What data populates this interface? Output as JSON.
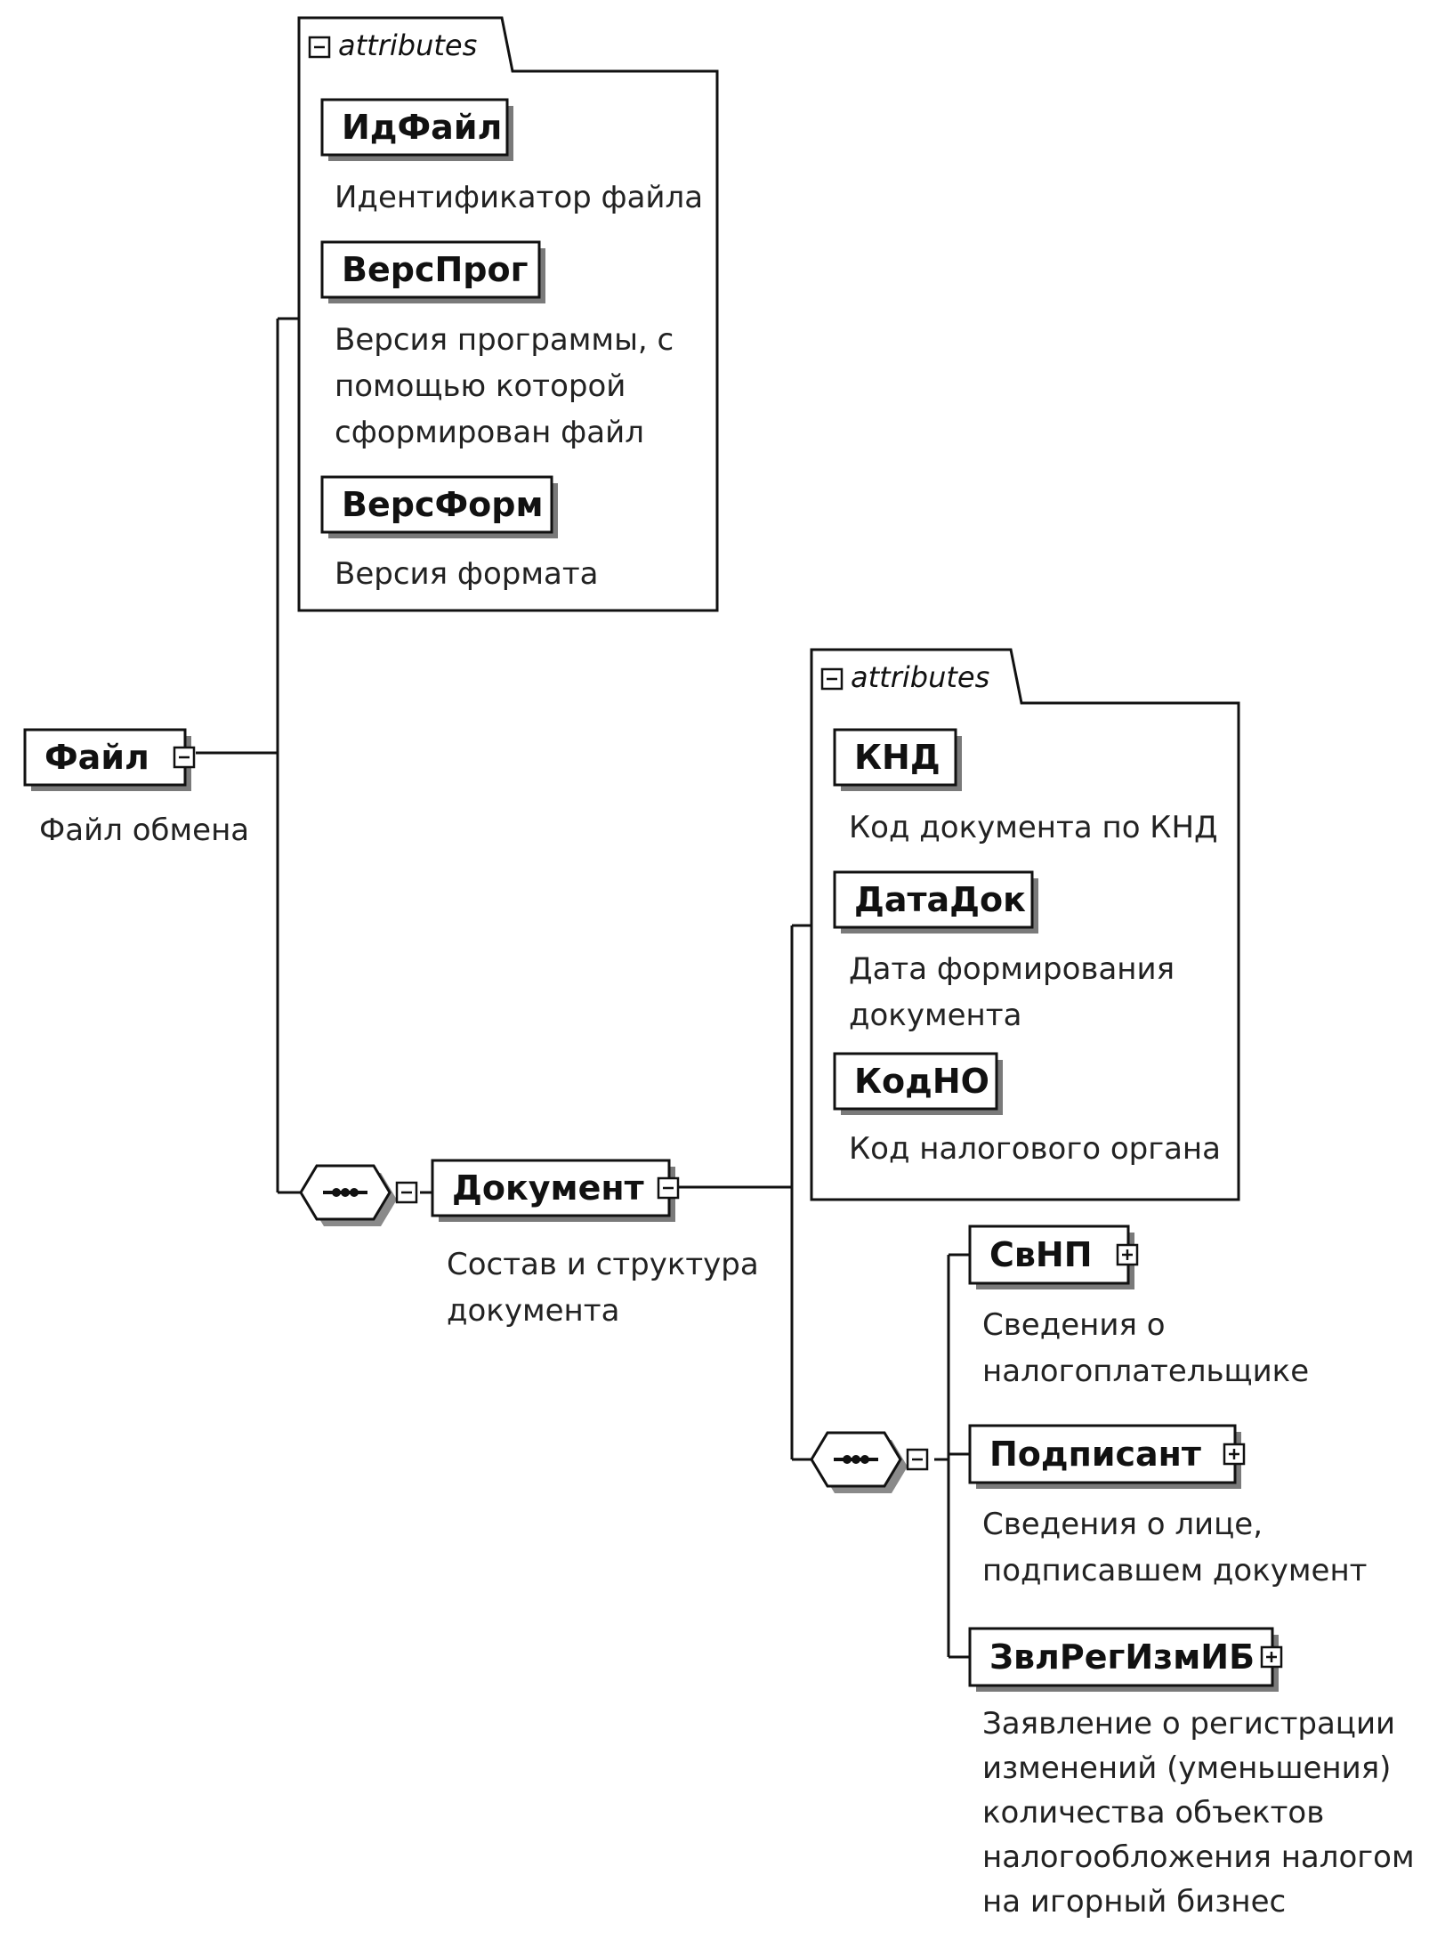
{
  "root": {
    "name": "Файл",
    "doc": "Файл обмена",
    "attributes_label": "attributes",
    "attributes": [
      {
        "name": "ИдФайл",
        "doc": [
          "Идентификатор файла"
        ]
      },
      {
        "name": "ВерсПрог",
        "doc": [
          "Версия программы, с",
          "помощью которой",
          "сформирован файл"
        ]
      },
      {
        "name": "ВерсФорм",
        "doc": [
          "Версия формата"
        ]
      }
    ]
  },
  "document": {
    "name": "Документ",
    "doc": [
      "Состав и структура",
      "документа"
    ],
    "attributes_label": "attributes",
    "attributes": [
      {
        "name": "КНД",
        "doc": [
          "Код документа по КНД"
        ]
      },
      {
        "name": "ДатаДок",
        "doc": [
          "Дата формирования",
          "документа"
        ]
      },
      {
        "name": "КодНО",
        "doc": [
          "Код налогового органа"
        ]
      }
    ],
    "children": [
      {
        "name": "СвНП",
        "doc": [
          "Сведения о",
          "налогоплательщике"
        ]
      },
      {
        "name": "Подписант",
        "doc": [
          "Сведения о лице,",
          "подписавшем документ"
        ]
      },
      {
        "name": "ЗвлРегИзмИБ",
        "doc": [
          "Заявление о регистрации",
          "изменений (уменьшения)",
          "количества объектов",
          "налогообложения налогом",
          "на игорный бизнес"
        ]
      }
    ]
  }
}
